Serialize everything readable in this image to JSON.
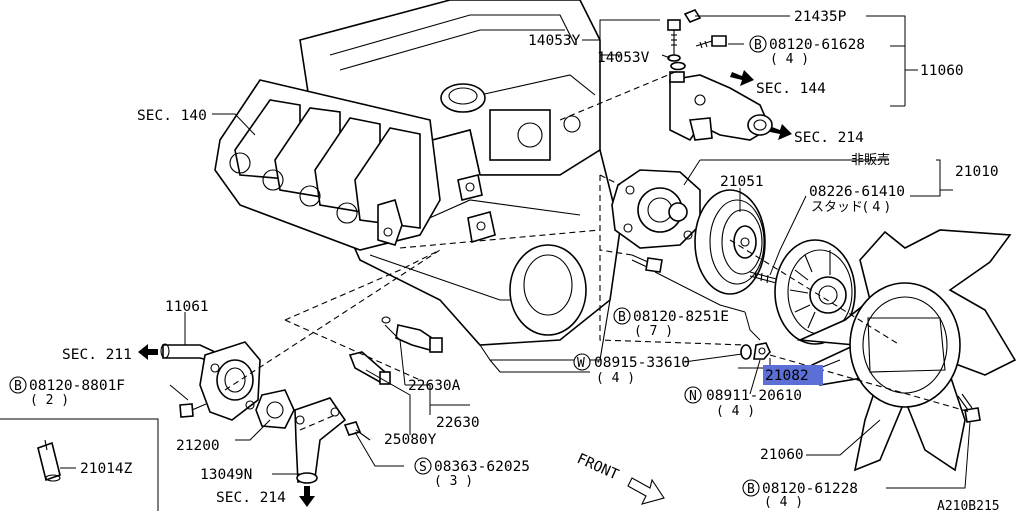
{
  "labels": {
    "sec140": "SEC. 140",
    "p14053y": "14053Y",
    "p14053v": "14053V",
    "p21435p": "21435P",
    "b_61628": "08120-61628",
    "b_61628_q": "( 4 )",
    "p11060": "11060",
    "sec144": "SEC. 144",
    "sec214_top": "SEC. 214",
    "hanbai": "非販売",
    "p21010": "21010",
    "p21051": "21051",
    "stud": "08226-61410",
    "stud_note": "スタッド( 4 )",
    "p11061": "11061",
    "sec211": "SEC. 211",
    "b_8801f": "08120-8801F",
    "b_8801f_q": "( 2 )",
    "b_8251e": "08120-8251E",
    "b_8251e_q": "( 7 )",
    "w_33610": "08915-33610",
    "w_33610_q": "( 4 )",
    "p21082": "21082",
    "n_20610": "08911-20610",
    "n_20610_q": "( 4 )",
    "p22630a": "22630A",
    "p22630": "22630",
    "p25080y": "25080Y",
    "p21200": "21200",
    "p13049n": "13049N",
    "s_62025": "08363-62025",
    "s_62025_q": "( 3 )",
    "front": "FRONT",
    "p21060": "21060",
    "b_61228": "08120-61228",
    "b_61228_q": "( 4 )",
    "p21014z": "21014Z",
    "sec214_bottom": "SEC. 214",
    "ref": "A210B215"
  },
  "prefixes": {
    "B": "B",
    "W": "W",
    "N": "N",
    "S": "S"
  },
  "colors": {
    "highlight": "#5b6fd6",
    "line": "#000000"
  }
}
